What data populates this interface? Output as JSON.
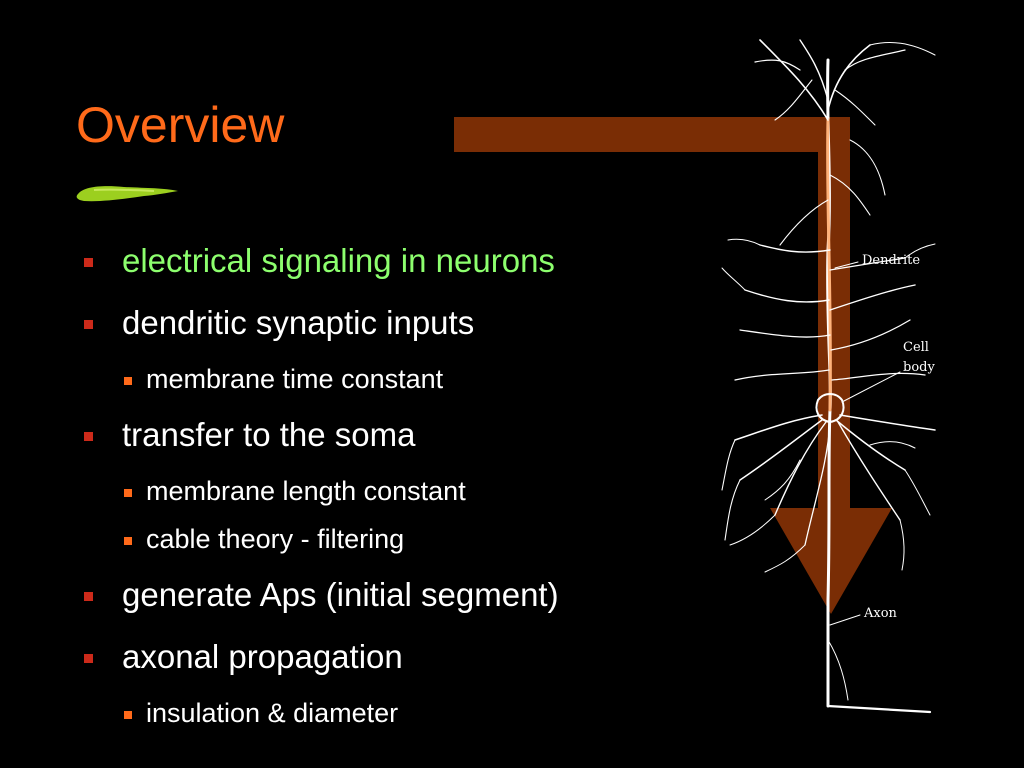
{
  "slide": {
    "title": "Overview",
    "colors": {
      "background": "#000000",
      "title": "#ff6a1a",
      "highlight_text": "#8dff6e",
      "bullet_marker": "#cc2a1a",
      "sub_bullet_marker": "#ff6a1a",
      "arrow": "#7a2d05"
    },
    "bullets": [
      {
        "text": "electrical signaling in neurons",
        "highlighted": true,
        "sub": []
      },
      {
        "text": "dendritic synaptic inputs",
        "sub": [
          "membrane time constant"
        ]
      },
      {
        "text": "transfer to the soma",
        "sub": [
          "membrane length constant",
          "cable theory - filtering"
        ]
      },
      {
        "text": "generate Aps (initial segment)",
        "sub": []
      },
      {
        "text": "axonal propagation",
        "sub": [
          "insulation & diameter"
        ]
      }
    ]
  },
  "figure": {
    "labels": {
      "dendrite": "Dendrite",
      "cell_1": "Cell",
      "cell_2": "body",
      "axon": "Axon"
    }
  }
}
